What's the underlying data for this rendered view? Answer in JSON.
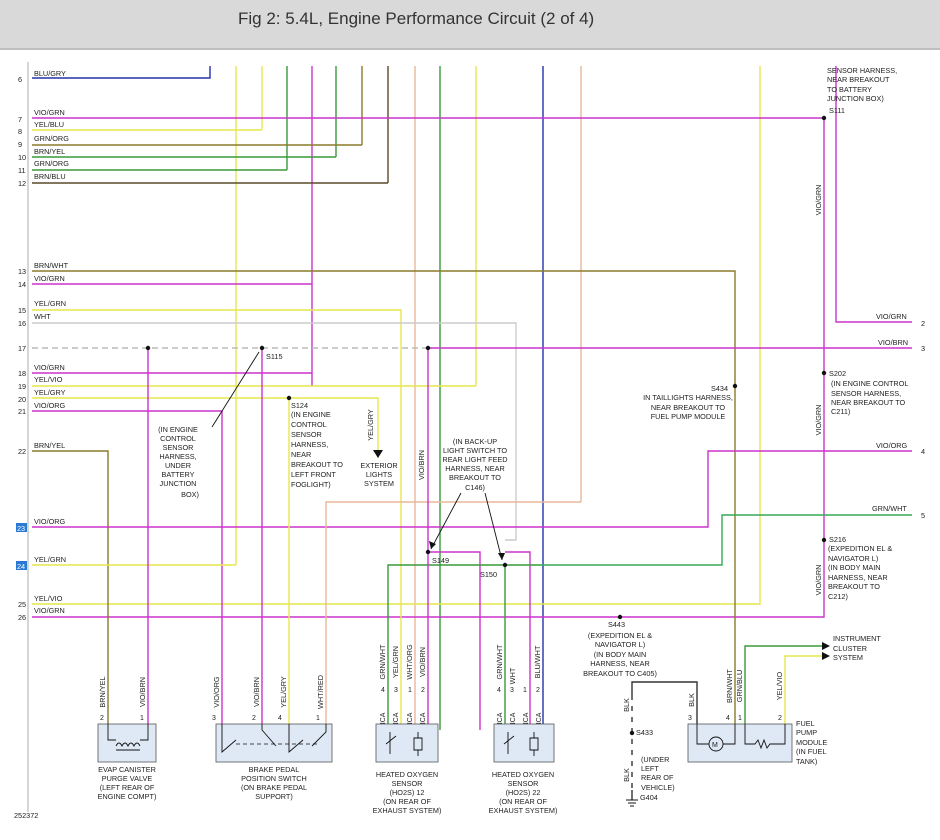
{
  "title": "Fig 2: 5.4L, Engine Performance Circuit (2 of 4)",
  "figure_id": "252372",
  "left_rows": [
    {
      "num": "6",
      "wire": "BLU/GRY"
    },
    {
      "num": "7",
      "wire": "VIO/GRN"
    },
    {
      "num": "8",
      "wire": "YEL/BLU"
    },
    {
      "num": "9",
      "wire": "GRN/ORG"
    },
    {
      "num": "10",
      "wire": "BRN/YEL"
    },
    {
      "num": "11",
      "wire": "GRN/ORG"
    },
    {
      "num": "12",
      "wire": "BRN/BLU"
    },
    {
      "num": "13",
      "wire": "BRN/WHT"
    },
    {
      "num": "14",
      "wire": "VIO/GRN"
    },
    {
      "num": "15",
      "wire": "YEL/GRN"
    },
    {
      "num": "16",
      "wire": "WHT"
    },
    {
      "num": "17",
      "wire": ""
    },
    {
      "num": "18",
      "wire": "VIO/GRN"
    },
    {
      "num": "19",
      "wire": "YEL/VIO"
    },
    {
      "num": "20",
      "wire": "YEL/GRY"
    },
    {
      "num": "21",
      "wire": "VIO/ORG"
    },
    {
      "num": "22",
      "wire": "BRN/YEL"
    },
    {
      "num": "23",
      "wire": "VIO/ORG"
    },
    {
      "num": "24",
      "wire": "YEL/GRN"
    },
    {
      "num": "25",
      "wire": "YEL/VIO"
    },
    {
      "num": "26",
      "wire": "VIO/GRN"
    }
  ],
  "right_rows": [
    {
      "num": "2",
      "wire": "VIO/GRN"
    },
    {
      "num": "3",
      "wire": "VIO/BRN"
    },
    {
      "num": "4",
      "wire": "VIO/ORG"
    },
    {
      "num": "5",
      "wire": "GRN/WHT"
    }
  ],
  "splices": {
    "s111": "S111",
    "s115": "S115",
    "s124": "S124",
    "s149": "S149",
    "s150": "S150",
    "s202": "S202",
    "s216": "S216",
    "s434": "S434",
    "s443": "S443",
    "s433": "S433",
    "g404": "G404"
  },
  "notes": {
    "s111": [
      "SENSOR HARNESS,",
      "NEAR BREAKOUT",
      "TO BATTERY",
      "JUNCTION BOX)"
    ],
    "s115": [
      "(IN ENGINE",
      "CONTROL",
      "SENSOR",
      "HARNESS,",
      "UNDER",
      "BATTERY",
      "JUNCTION",
      "BOX)"
    ],
    "s124": [
      "(IN ENGINE",
      "CONTROL",
      "SENSOR",
      "HARNESS,",
      "NEAR",
      "BREAKOUT TO",
      "LEFT FRONT",
      "FOGLIGHT)"
    ],
    "exterior": [
      "EXTERIOR",
      "LIGHTS",
      "SYSTEM"
    ],
    "backup": [
      "(IN BACK-UP",
      "LIGHT SWITCH TO",
      "REAR LIGHT FEED",
      "HARNESS, NEAR",
      "BREAKOUT TO",
      "C146)"
    ],
    "s434": [
      "IN TAILLIGHTS HARNESS,",
      "NEAR BREAKOUT TO",
      "FUEL PUMP MODULE"
    ],
    "s202": [
      "(IN ENGINE CONTROL",
      "SENSOR HARNESS,",
      "NEAR BREAKOUT TO",
      "C211)"
    ],
    "s216": [
      "(EXPEDITION EL &",
      "NAVIGATOR L)",
      "(IN BODY MAIN",
      "HARNESS, NEAR",
      "BREAKOUT TO",
      "C212)"
    ],
    "s443": [
      "(EXPEDITION EL &",
      "NAVIGATOR L)",
      "(IN BODY MAIN",
      "HARNESS, NEAR",
      "BREAKOUT TO C405)"
    ],
    "g404": [
      "(UNDER",
      "LEFT",
      "REAR OF",
      "VEHICLE)"
    ],
    "cluster": [
      "INSTRUMENT",
      "CLUSTER",
      "SYSTEM"
    ]
  },
  "components": {
    "evap": [
      "EVAP CANISTER",
      "PURGE VALVE",
      "(LEFT REAR OF",
      "ENGINE COMPT)"
    ],
    "brake": [
      "BRAKE PEDAL",
      "POSITION SWITCH",
      "(ON BRAKE PEDAL",
      "SUPPORT)"
    ],
    "ho2s12": [
      "HEATED OXYGEN",
      "SENSOR",
      "(HO2S) 12",
      "(ON REAR OF",
      "EXHAUST SYSTEM)"
    ],
    "ho2s22": [
      "HEATED OXYGEN",
      "SENSOR",
      "(HO2S) 22",
      "(ON REAR OF",
      "EXHAUST SYSTEM)"
    ],
    "fuelpump": [
      "FUEL",
      "PUMP",
      "MODULE",
      "(IN FUEL",
      "TANK)"
    ]
  },
  "vertical_labels": {
    "yelgry": "YEL/GRY",
    "viobrn": "VIO/BRN",
    "viogrn_a": "VIO/GRN",
    "viogrn_b": "VIO/GRN",
    "viogrn_c": "VIO/GRN",
    "evap_1": "BRN/YEL",
    "evap_2": "VIO/BRN",
    "brake_1": "VIO/ORG",
    "brake_2": "VIO/BRN",
    "brake_3": "YEL/GRY",
    "brake_4": "WHT/RED",
    "h12_1": "GRN/WHT",
    "h12_2": "YEL/GRN",
    "h12_3": "WHT/ORG",
    "h12_4": "VIO/BRN",
    "h22_1": "GRN/WHT",
    "h22_2": "WHT",
    "h22_3": "BLU/WHT",
    "blk_a": "BLK",
    "blk_b": "BLK",
    "blk_c": "BLK",
    "fp_1": "BRN/WHT",
    "fp_2": "GRN/BLU",
    "fp_3": "YEL/VIO"
  },
  "pins": {
    "evap": [
      "2",
      "1"
    ],
    "brake": [
      "3",
      "2",
      "4",
      "1"
    ],
    "h12": [
      "4",
      "3",
      "1",
      "2"
    ],
    "h22": [
      "4",
      "3",
      "1",
      "2"
    ],
    "fp": [
      "3",
      "4",
      "1",
      "2"
    ],
    "nca": "NCA"
  },
  "colors": {
    "violet": "#cc33cc",
    "yellow": "#e6e64d",
    "green": "#3a9a3a",
    "olive": "#8a7a2a",
    "brown": "#5a4a2a",
    "blue": "#2233aa",
    "wht": "#bbbbbb",
    "peach": "#e8b89a",
    "grnwht": "#33aa55",
    "ylgrn": "#aacc33"
  }
}
